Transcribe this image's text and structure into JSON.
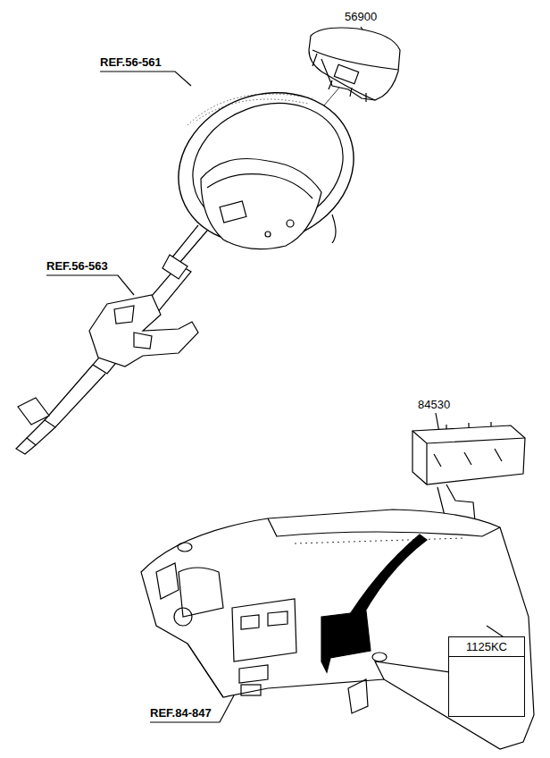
{
  "diagram": {
    "nodes": [
      {
        "text": [
          "1125KC"
        ]
      }
    ],
    "labels": [
      "56900",
      "REF.56-561",
      "REF.56-563",
      "84530",
      "REF.84-847"
    ]
  }
}
